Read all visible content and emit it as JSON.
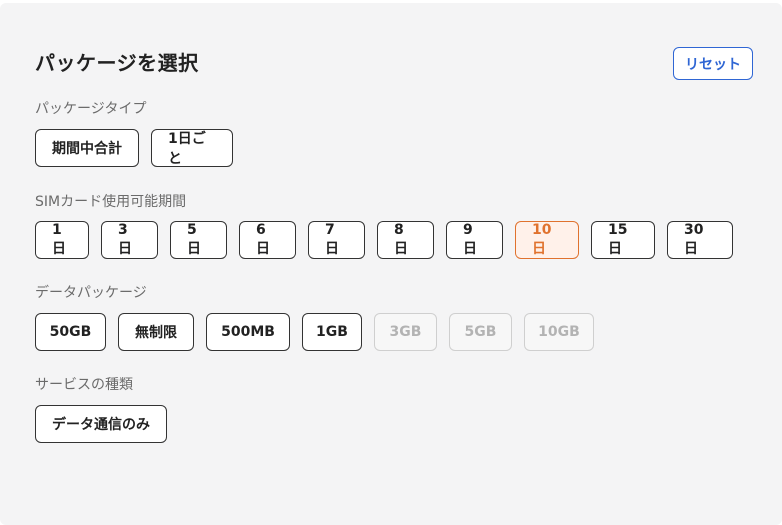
{
  "header": {
    "title": "パッケージを選択",
    "reset_label": "リセット"
  },
  "sections": [
    {
      "label": "パッケージタイプ",
      "options": [
        {
          "label": "期間中合計",
          "state": "normal"
        },
        {
          "label": "1日ごと",
          "state": "normal"
        }
      ]
    },
    {
      "label": "SIMカード使用可能期間",
      "options": [
        {
          "label": "1日",
          "state": "normal"
        },
        {
          "label": "3日",
          "state": "normal"
        },
        {
          "label": "5日",
          "state": "normal"
        },
        {
          "label": "6日",
          "state": "normal"
        },
        {
          "label": "7日",
          "state": "normal"
        },
        {
          "label": "8日",
          "state": "normal"
        },
        {
          "label": "9日",
          "state": "normal"
        },
        {
          "label": "10日",
          "state": "selected"
        },
        {
          "label": "15日",
          "state": "normal"
        },
        {
          "label": "30日",
          "state": "normal"
        }
      ]
    },
    {
      "label": "データパッケージ",
      "options": [
        {
          "label": "50GB",
          "state": "normal"
        },
        {
          "label": "無制限",
          "state": "normal"
        },
        {
          "label": "500MB",
          "state": "normal"
        },
        {
          "label": "1GB",
          "state": "normal"
        },
        {
          "label": "3GB",
          "state": "disabled"
        },
        {
          "label": "5GB",
          "state": "disabled"
        },
        {
          "label": "10GB",
          "state": "disabled"
        }
      ]
    },
    {
      "label": "サービスの種類",
      "options": [
        {
          "label": "データ通信のみ",
          "state": "normal"
        }
      ]
    }
  ],
  "colors": {
    "accent": "#e0722e",
    "link": "#2f66d4"
  }
}
